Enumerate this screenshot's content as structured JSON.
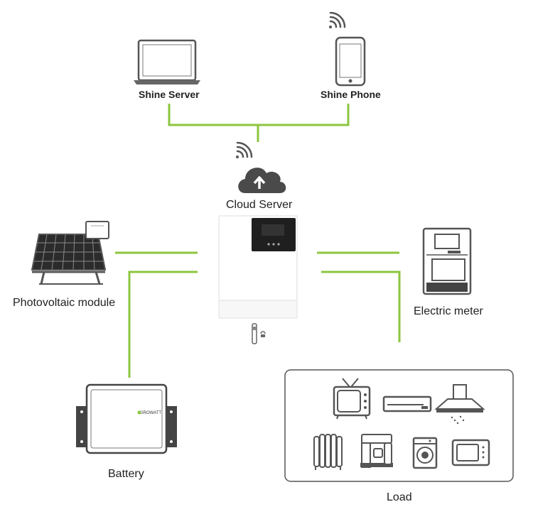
{
  "labels": {
    "shine_server": "Shine Server",
    "shine_phone": "Shine Phone",
    "cloud_server": "Cloud Server",
    "photovoltaic": "Photovoltaic module",
    "electric_meter": "Electric meter",
    "battery": "Battery",
    "load": "Load"
  },
  "battery_brand": "GROWATT",
  "colors": {
    "link_line": "#8cc63f",
    "device_dark": "#444444",
    "text": "#222222"
  },
  "icons": [
    "laptop-icon",
    "smartphone-icon",
    "wifi-icon",
    "cloud-upload-icon",
    "inverter-icon",
    "wifi-dongle-icon",
    "solar-panel-icon",
    "electric-meter-icon",
    "battery-icon",
    "tv-icon",
    "air-conditioner-icon",
    "range-hood-icon",
    "oil-heater-icon",
    "coffee-machine-icon",
    "washing-machine-icon",
    "microwave-icon"
  ]
}
